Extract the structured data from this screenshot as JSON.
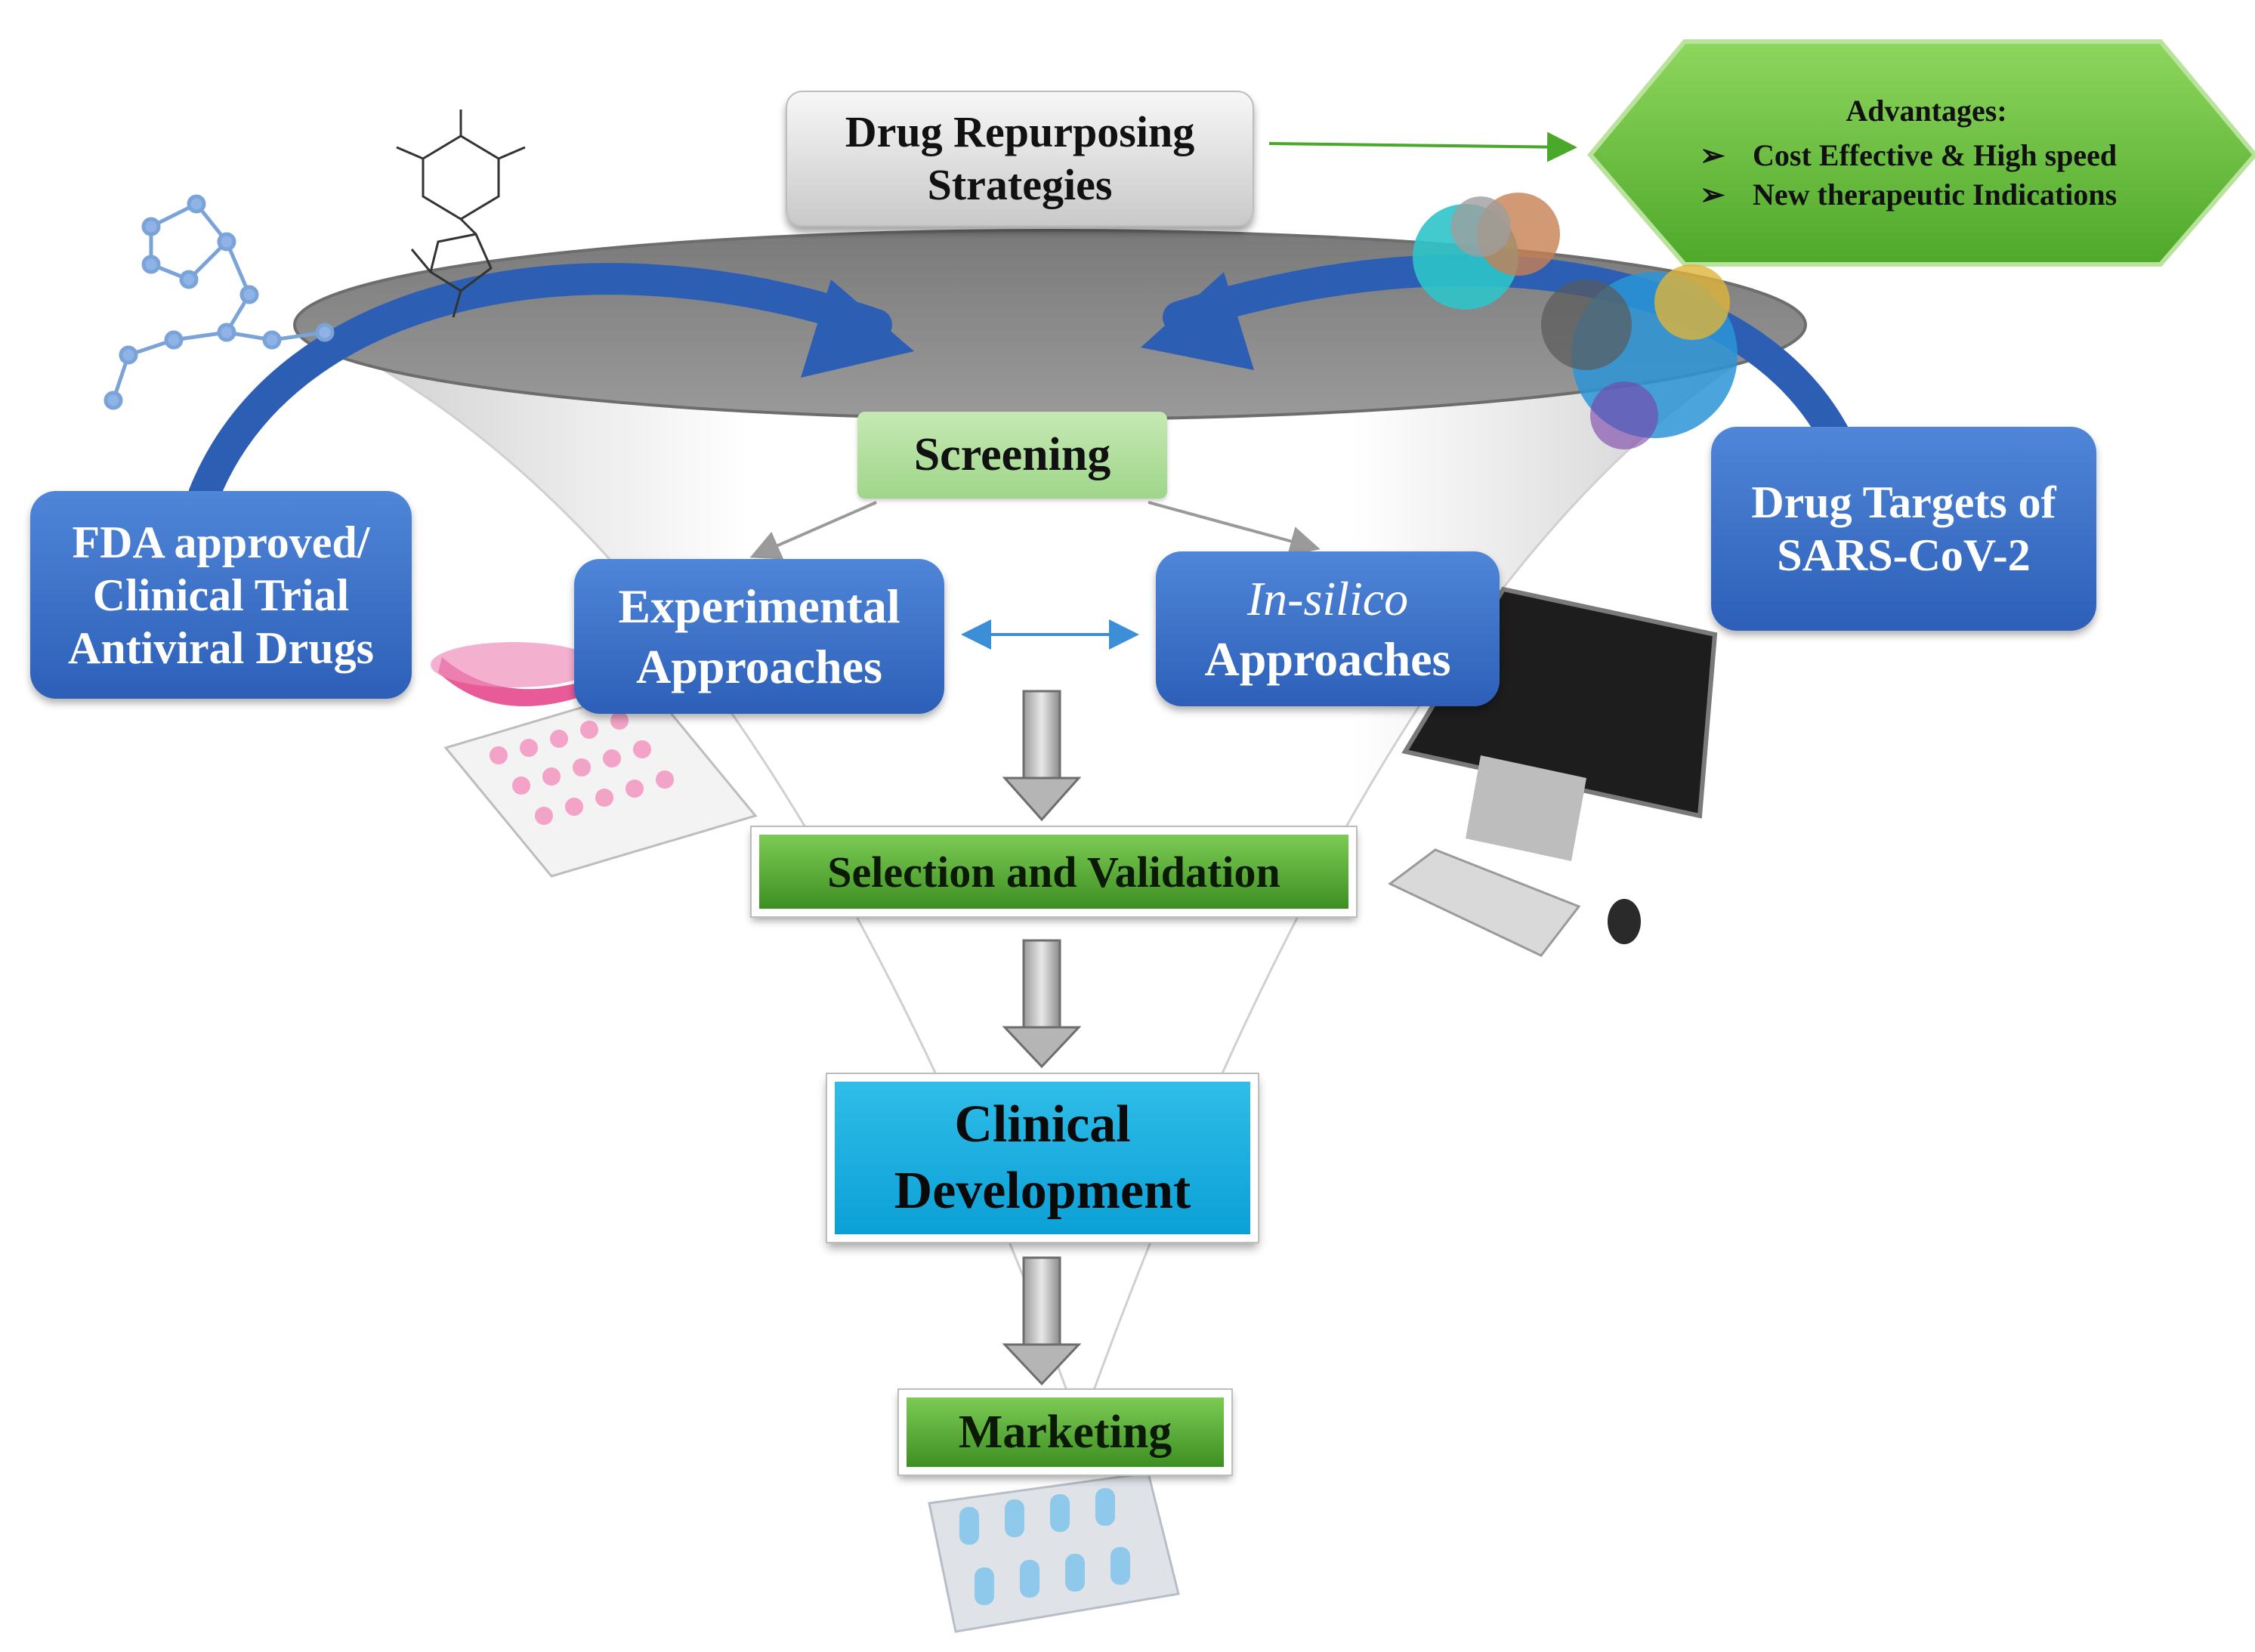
{
  "nodes": {
    "strategies": [
      "Drug Repurposing",
      "Strategies"
    ],
    "advantages": {
      "title": "Advantages:",
      "bullet": "➢",
      "items": [
        "Cost Effective & High speed",
        "New therapeutic Indications"
      ]
    },
    "screening": "Screening",
    "fda": [
      "FDA approved/",
      "Clinical Trial",
      "Antiviral Drugs"
    ],
    "targets": [
      "Drug Targets of",
      "SARS-CoV-2"
    ],
    "experimental": [
      "Experimental",
      "Approaches"
    ],
    "insilico": [
      "In-silico",
      "Approaches"
    ],
    "selection": "Selection and Validation",
    "clinical": [
      "Clinical",
      "Development"
    ],
    "marketing": "Marketing"
  },
  "colors": {
    "blue_box": "#3a6fc9",
    "green_box": "#5aaf3a",
    "screening_box": "#b5e0a0",
    "clinical_box": "#1aaee0",
    "advantages_hexagon": "#6cc13f",
    "funnel_rim": "#8c8c8c",
    "arrow_blue": "#2c5fb4"
  },
  "icons": [
    "molecule-icon",
    "nucleoside-structure-icon",
    "protein-structure-icon",
    "well-plate-icon",
    "petri-dish-icon",
    "computer-monitor-icon",
    "keyboard-icon",
    "mouse-icon",
    "pill-blister-icon"
  ]
}
